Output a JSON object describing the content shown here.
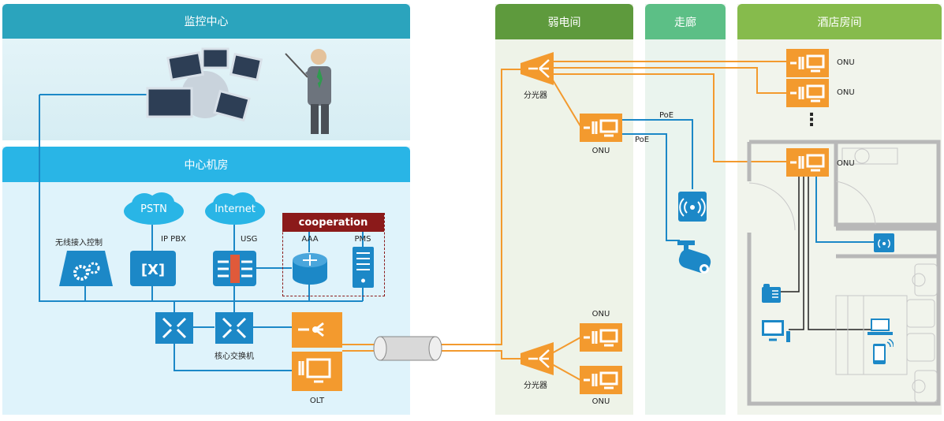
{
  "headers": {
    "monitoring": "监控中心",
    "datacenter": "中心机房",
    "weak_room": "弱电间",
    "corridor": "走廊",
    "hotel_room": "酒店房间"
  },
  "clouds": {
    "pstn": "PSTN",
    "internet": "Internet"
  },
  "cooperation": "cooperation",
  "labels": {
    "wireless_ctrl": "无线接入控制",
    "ip_pbx": "IP PBX",
    "usg": "USG",
    "aaa": "AAA",
    "pms": "PMS",
    "core_switch": "核心交换机",
    "olt": "OLT",
    "splitter_top": "分光器",
    "splitter_bottom": "分光器",
    "onu_mid": "ONU",
    "poe1": "PoE",
    "poe2": "PoE",
    "onu_r1": "ONU",
    "onu_r2": "ONU",
    "onu_r3": "ONU",
    "ellipsis": "⋮",
    "onu_b1": "ONU",
    "onu_b2": "ONU"
  },
  "colors": {
    "teal": "#2aa3bd",
    "sky": "#29b6e6",
    "green": "#5e9a3d",
    "mint": "#5cbf86",
    "lime": "#86bb4c",
    "orange": "#f39a2e",
    "blue": "#1c88c7"
  }
}
